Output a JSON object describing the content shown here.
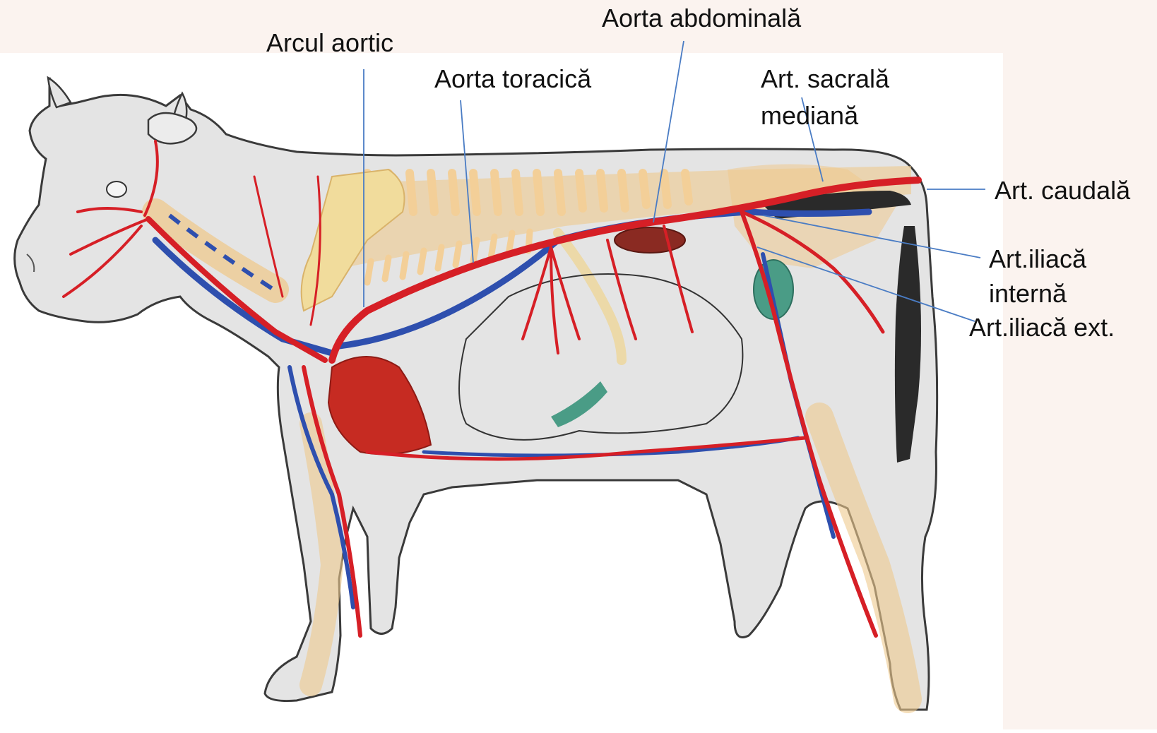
{
  "colors": {
    "top_band": "#fbf3ef",
    "right_band": "#fbf3ef",
    "photo_background": "#ffffff",
    "cow_body": "#e4e4e4",
    "cow_outline": "#3a3a3a",
    "artery": "#d61f26",
    "vein": "#2e4fae",
    "leader_line": "#4a7cc4",
    "label_text": "#111111",
    "bone_ochre": "#efc98e",
    "heart": "#c62b22",
    "kidney": "#8a2a22",
    "bladder": "#4a9c86",
    "rectum": "#2a2a2a"
  },
  "labels": {
    "arcul_aortic": "Arcul aortic",
    "aorta_toracica": "Aorta toracică",
    "aorta_abdominala": "Aorta abdominală",
    "art_sacrala_line1": "Art. sacrală",
    "art_sacrala_line2": "mediană",
    "art_caudala": "Art. caudală",
    "art_iliaca_interna_line1": "Art.iliacă",
    "art_iliaca_interna_line2": "internă",
    "art_iliaca_ext": "Art.iliacă ext."
  },
  "icons": {
    "cow": "cow-anatomy-drawing"
  }
}
